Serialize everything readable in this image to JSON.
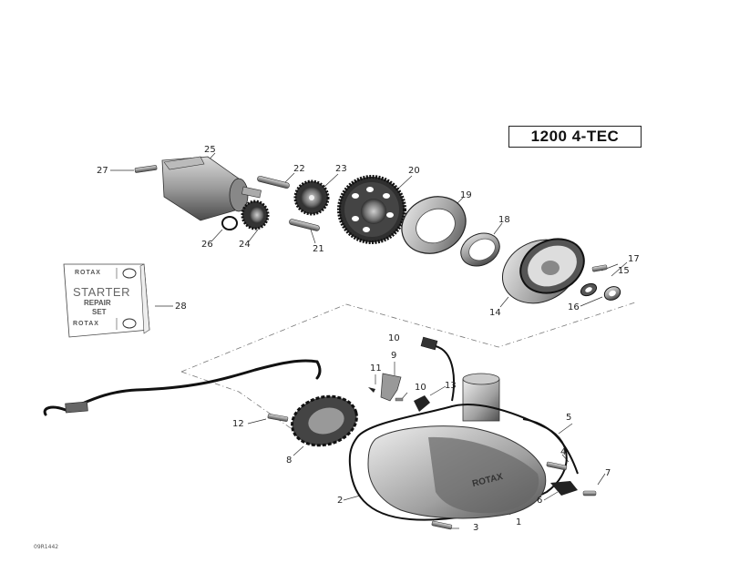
{
  "diagram": {
    "model_badge": "1200 4-TEC",
    "reference_code": "09R1442",
    "repair_kit": {
      "brand_top": "ROTAX",
      "line1": "STARTER",
      "line2": "REPAIR",
      "line3": "SET",
      "brand_bottom": "ROTAX",
      "callout": "28"
    },
    "cover_logo": "ROTAX",
    "callouts": [
      {
        "id": "c1",
        "label": "1"
      },
      {
        "id": "c2",
        "label": "2"
      },
      {
        "id": "c3",
        "label": "3"
      },
      {
        "id": "c4",
        "label": "4"
      },
      {
        "id": "c5",
        "label": "5"
      },
      {
        "id": "c6",
        "label": "6"
      },
      {
        "id": "c7",
        "label": "7"
      },
      {
        "id": "c8",
        "label": "8"
      },
      {
        "id": "c9",
        "label": "9"
      },
      {
        "id": "c10a",
        "label": "10"
      },
      {
        "id": "c10b",
        "label": "10"
      },
      {
        "id": "c11",
        "label": "11"
      },
      {
        "id": "c12",
        "label": "12"
      },
      {
        "id": "c13",
        "label": "13"
      },
      {
        "id": "c14",
        "label": "14"
      },
      {
        "id": "c15",
        "label": "15"
      },
      {
        "id": "c16",
        "label": "16"
      },
      {
        "id": "c17",
        "label": "17"
      },
      {
        "id": "c18",
        "label": "18"
      },
      {
        "id": "c19",
        "label": "19"
      },
      {
        "id": "c20",
        "label": "20"
      },
      {
        "id": "c21",
        "label": "21"
      },
      {
        "id": "c22",
        "label": "22"
      },
      {
        "id": "c23",
        "label": "23"
      },
      {
        "id": "c24",
        "label": "24"
      },
      {
        "id": "c25",
        "label": "25"
      },
      {
        "id": "c26",
        "label": "26"
      },
      {
        "id": "c27",
        "label": "27"
      }
    ]
  }
}
